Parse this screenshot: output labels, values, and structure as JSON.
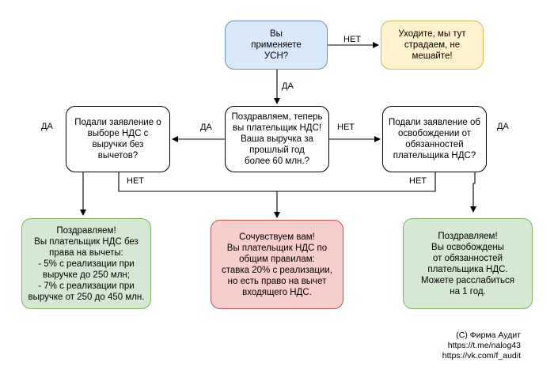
{
  "nodes": {
    "q_usn": "Вы\nприменяете\nУСН?",
    "leave": "Уходите, мы тут\nстрадаем, не\nмешайте!",
    "q_revenue": "Поздравляем, теперь\nвы плательщик НДС!\nВаша выручка за\nпрошлый год\nболее 60 млн.?",
    "q_choice": "Подали заявление о\nвыборе НДС с\nвыручки без\nвычетов?",
    "q_exempt": "Подали заявление об\nосвобождении от\nобязанностей\nплательщика НДС?",
    "res_no_deduct": "Поздравляем!\nВы плательщик НДС без\nправа на вычеты:\n- 5% с реализации при\nвыручке до 250 млн;\n- 7% с реализации при\nвыручке от 250 до 450 млн.",
    "res_general": "Сочувствуем вам!\nВы плательщик НДС по\nобщим правилам:\nставка 20% с реализации,\nно есть право на вычет\nвходящего НДС.",
    "res_exempt": "Поздравляем!\nВы освобождены\nот обязанностей\nплательщика НДС.\nМожете расслабиться\nна 1 год."
  },
  "edge_labels": {
    "usn_no": "НЕТ",
    "usn_yes": "ДА",
    "rev_yes": "ДА",
    "rev_no": "НЕТ",
    "choice_yes": "ДА",
    "choice_no": "НЕТ",
    "exempt_yes": "ДА",
    "exempt_no": "НЕТ"
  },
  "credit": "(С) Фирма Аудит\nhttps://t.me/nalog43\nhttps://vk.com/f_audit"
}
